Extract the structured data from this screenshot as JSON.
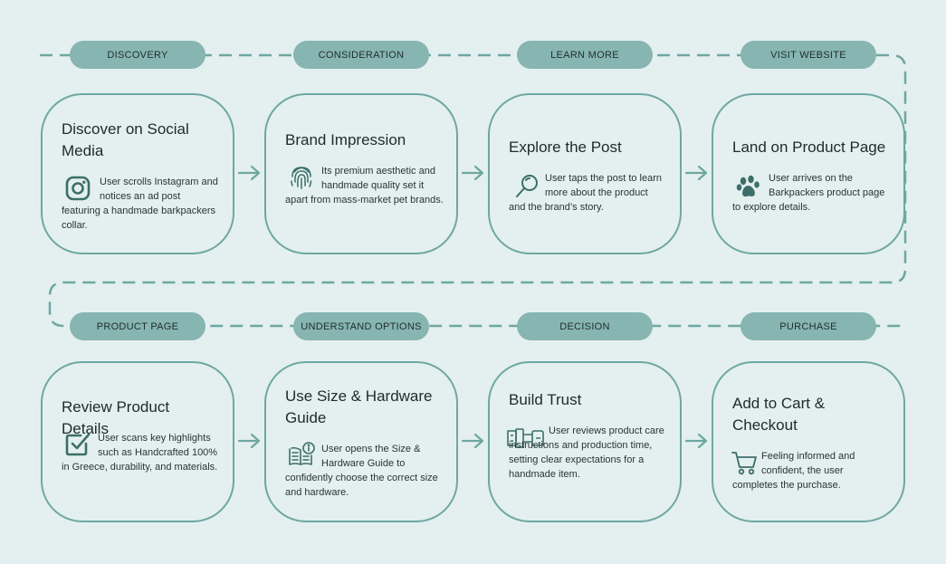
{
  "colors": {
    "background": "#e3f0ef",
    "pill": "#87b5b1",
    "card_border": "#6ea7a2",
    "connector": "#6ea7a2",
    "icon": "#3d6e6a"
  },
  "row1": {
    "stages": [
      "DISCOVERY",
      "CONSIDERATION",
      "LEARN MORE",
      "VISIT WEBSITE"
    ],
    "cards": [
      {
        "title": "Discover on Social Media",
        "body": "User scrolls Instagram and notices an ad post featuring a handmade barkpackers collar.",
        "icon": "instagram-icon"
      },
      {
        "title": "Brand Impression",
        "body": "Its premium aesthetic and handmade quality set it apart from mass-market pet brands.",
        "icon": "fingerprint-icon"
      },
      {
        "title": "Explore the Post",
        "body": "User taps the post to learn more about the product and the brand’s story.",
        "icon": "magnifier-icon"
      },
      {
        "title": "Land on Product Page",
        "body": "User arrives on the Barkpackers product page to explore details.",
        "icon": "paw-icon"
      }
    ]
  },
  "row2": {
    "stages": [
      "PRODUCT PAGE",
      "UNDERSTAND OPTIONS",
      "DECISION",
      "PURCHASE"
    ],
    "cards": [
      {
        "title": "Review Product Details",
        "body": "User scans key highlights such as Handcrafted 100% in Greece, durability, and materials.",
        "icon": "checkbox-icon"
      },
      {
        "title": "Use Size & Hardware Guide",
        "body": "User opens the Size & Hardware Guide to confidently choose the correct size and hardware.",
        "icon": "book-info-icon"
      },
      {
        "title": "Build Trust",
        "body": "User reviews product care instructions and production time, setting clear expectations for a handmade item.",
        "icon": "collar-icon"
      },
      {
        "title": "Add to Cart & Checkout",
        "body": "Feeling informed and confident, the user completes the purchase.",
        "icon": "cart-icon"
      }
    ]
  }
}
